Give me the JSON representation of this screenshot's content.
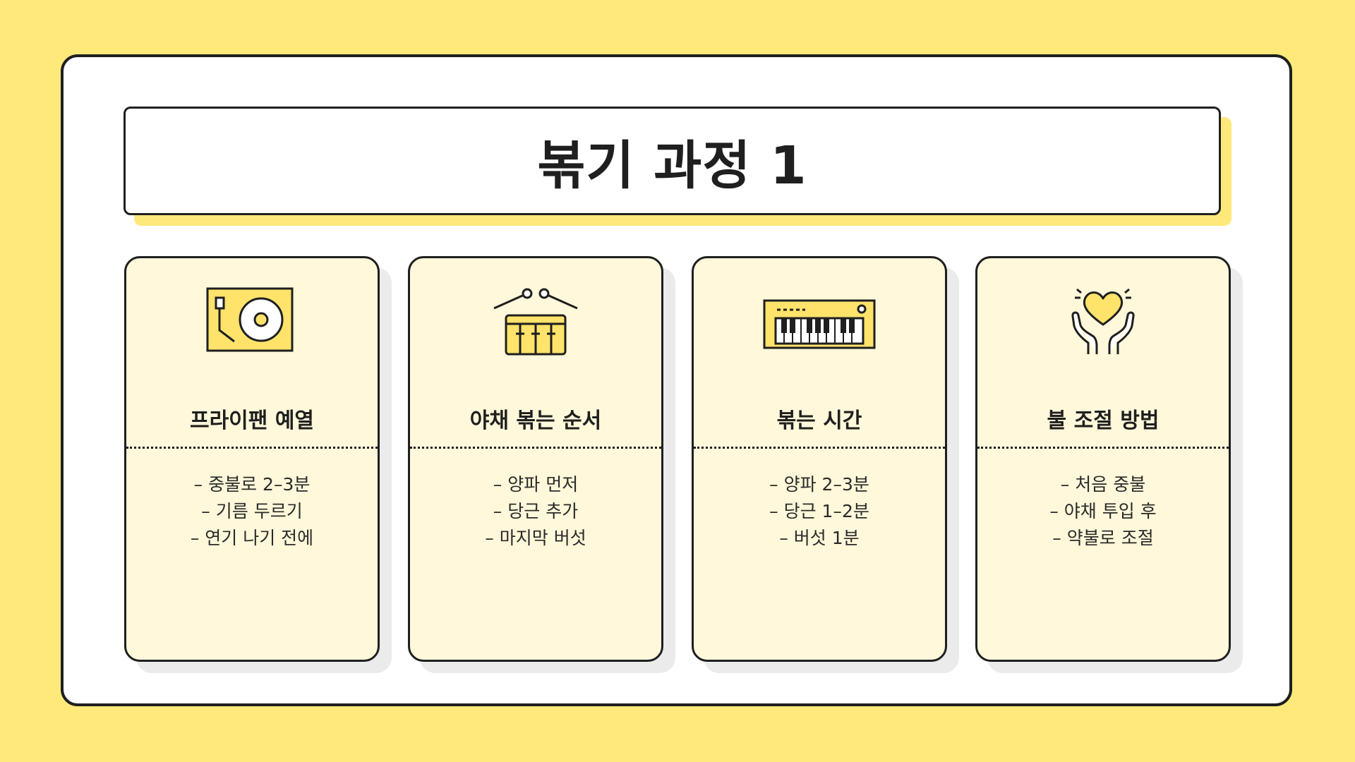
{
  "title": "볶기 과정 1",
  "colors": {
    "background": "#FFE97A",
    "card": "#FFF8DA",
    "accent": "#FFE36B",
    "stroke": "#1f1f1f"
  },
  "cards": [
    {
      "icon": "turntable-icon",
      "title": "프라이팬 예열",
      "items": [
        "– 중불로 2–3분",
        "– 기름 두르기",
        "– 연기 나기 전에"
      ]
    },
    {
      "icon": "drum-icon",
      "title": "야채 볶는 순서",
      "items": [
        "– 양파 먼저",
        "– 당근 추가",
        "– 마지막 버섯"
      ]
    },
    {
      "icon": "keyboard-icon",
      "title": "볶는 시간",
      "items": [
        "– 양파 2–3분",
        "– 당근 1–2분",
        "– 버섯 1분"
      ]
    },
    {
      "icon": "heart-hands-icon",
      "title": "불 조절 방법",
      "items": [
        "– 처음 중불",
        "– 야채 투입 후",
        "– 약불로 조절"
      ]
    }
  ]
}
